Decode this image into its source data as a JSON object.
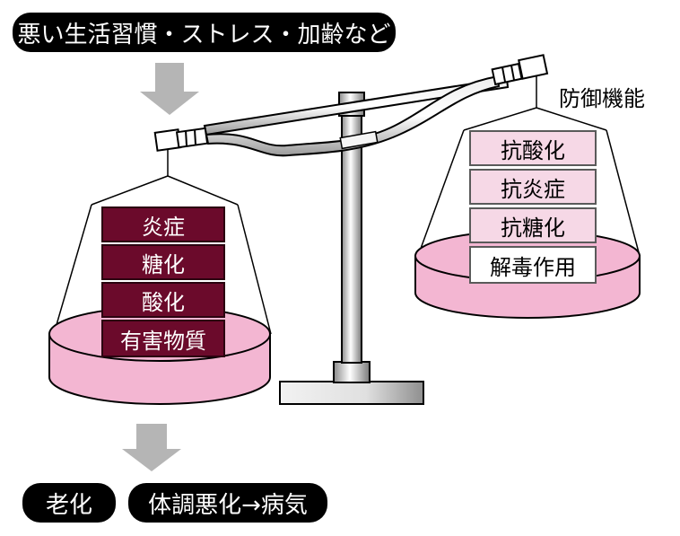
{
  "top_banner": "悪い生活習慣・ストレス・加齢など",
  "left_pan": {
    "items": [
      "炎症",
      "糖化",
      "酸化",
      "有害物質"
    ]
  },
  "right_pan": {
    "title": "防御機能",
    "items": [
      "抗酸化",
      "抗炎症",
      "抗糖化",
      "解毒作用"
    ]
  },
  "bottom": {
    "aging": "老化",
    "disease": "体調悪化→病気"
  },
  "colors": {
    "bad_box": "#6b0a2b",
    "good_box": "#f6d8e6",
    "pan_pink": "#f3b6d2",
    "arrow_gray": "#b5b5b5"
  }
}
